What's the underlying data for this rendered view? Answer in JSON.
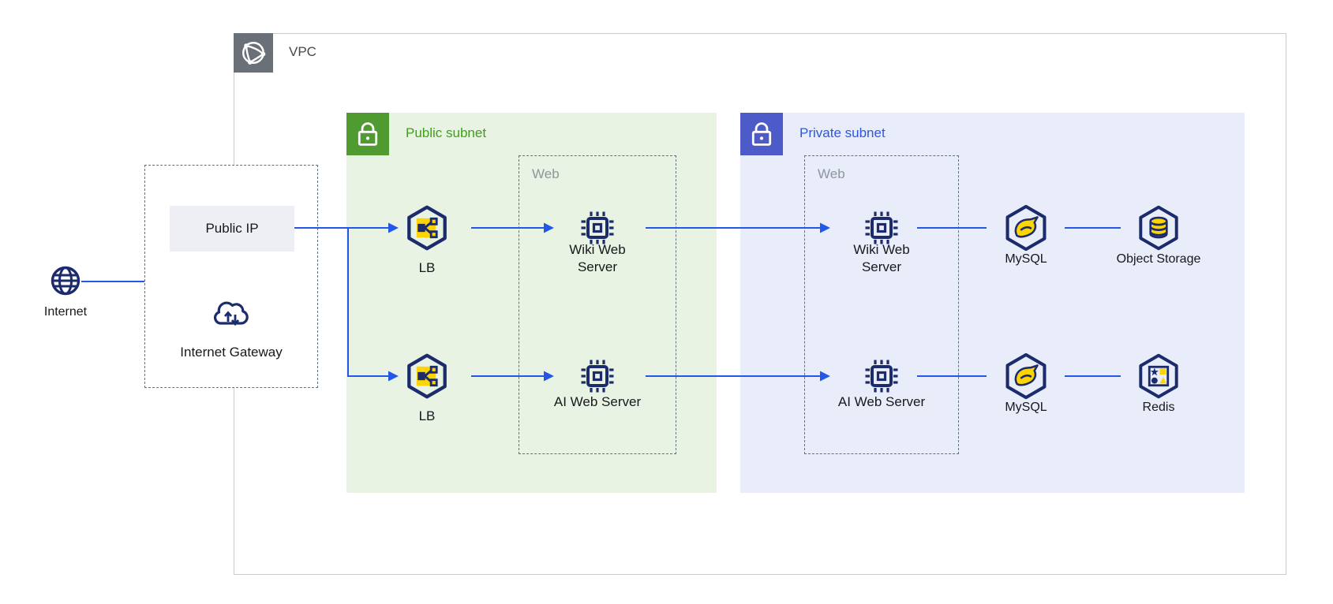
{
  "vpc": {
    "label": "VPC"
  },
  "internet": {
    "label": "Internet"
  },
  "edge_group": {
    "public_ip": "Public IP",
    "internet_gateway": "Internet Gateway"
  },
  "public_subnet": {
    "label": "Public subnet",
    "web_group_label": "Web",
    "lb_top": "LB",
    "lb_bottom": "LB",
    "wiki_server": "Wiki Web Server",
    "ai_server": "AI Web Server"
  },
  "private_subnet": {
    "label": "Private subnet",
    "web_group_label": "Web",
    "wiki_server": "Wiki Web Server",
    "ai_server": "AI Web Server",
    "mysql_top": "MySQL",
    "mysql_bottom": "MySQL",
    "object_storage": "Object Storage",
    "redis": "Redis"
  },
  "colors": {
    "line_blue": "#2257e7",
    "icon_navy": "#1b2b6b",
    "accent_yellow": "#fdd405",
    "public_green_bg": "#e9f3e3",
    "public_green_icon": "#4f9b31",
    "public_green_text": "#3ea018",
    "private_lavender_bg": "#e9edfa",
    "private_indigo_icon": "#4c5bc8",
    "private_blue_text": "#2b57e3",
    "vpc_icon_gray": "#697077",
    "vpc_border_gray": "#cbcbcb",
    "dashed_border": "#5f7183",
    "public_ip_fill": "#edeff4",
    "web_label_gray": "#8d959e"
  }
}
